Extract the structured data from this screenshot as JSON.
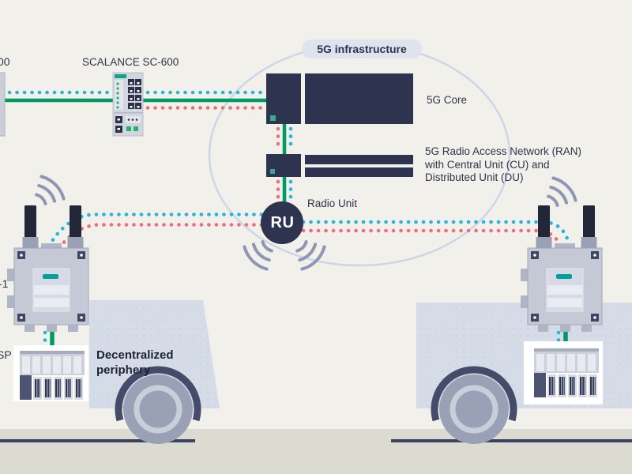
{
  "title": "5G industrial infrastructure diagram",
  "labels": {
    "partial_left_top": "00",
    "scalance": "SCALANCE SC-600",
    "infrastructure": "5G infrastructure",
    "core": "5G Core",
    "ran": "5G Radio Access Network (RAN)\nwith Central Unit (CU) and\nDistributed Unit (DU)",
    "radio_unit": "Radio Unit",
    "ru": "RU",
    "partial_left_mid": "-1",
    "partial_left_bottom": "SP",
    "periphery": "Decentralized\nperiphery"
  },
  "colors": {
    "bg": "#f2f0eb",
    "ground": "#dcdbd1",
    "navy": "#2e3450",
    "cyan": "#29b5d8",
    "red": "#ef6e7e",
    "green": "#009a67",
    "teal": "#00a19c",
    "ellipse": "#cdd5e6",
    "pill_bg": "#dfe3ee",
    "arc": "#8e96b4",
    "vehicle": "#d6dbe8",
    "wheel": "#9aa1b6",
    "wheel_ring": "#c9cedb",
    "fender": "#454c69",
    "track": "#3b4261",
    "device": "#c5c9d6",
    "device_panel": "#d7dae4",
    "module_dark": "#4c5472",
    "text": "#2f3449",
    "text_bold": "#1e2235",
    "white": "#ffffff"
  },
  "icons": {
    "wifi_arcs": "wireless-signal-arcs",
    "ru_circle": "radio-unit-node",
    "antenna_device": "wireless-field-device",
    "io_module": "decentralized-io-module",
    "switch": "scalance-sc600-security-appliance",
    "vehicle": "automated-guided-vehicle"
  },
  "legend": {
    "cyan_dotted": "data connection",
    "red_dotted": "data connection",
    "green_solid": "network connection"
  }
}
